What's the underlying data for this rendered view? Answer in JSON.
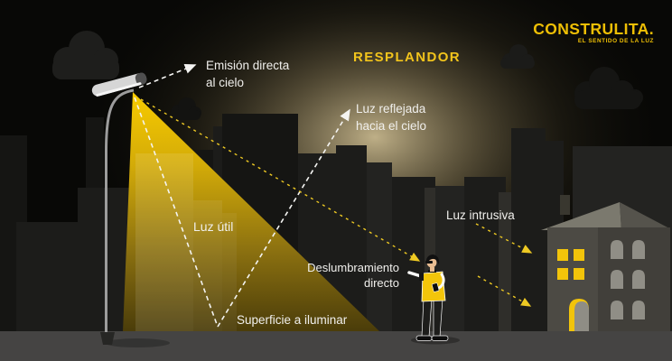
{
  "brand": {
    "name": "CONSTRULITA.",
    "tagline": "EL SENTIDO DE LA LUZ"
  },
  "title": "RESPLANDOR",
  "labels": {
    "direct_emission": {
      "line1": "Emisión directa",
      "line2": "al cielo"
    },
    "reflected": {
      "line1": "Luz reflejada",
      "line2": "hacia el cielo"
    },
    "useful": "Luz útil",
    "glare": {
      "line1": "Deslumbramiento",
      "line2": "directo"
    },
    "intrusive": "Luz intrusiva",
    "surface": "Superficie a iluminar"
  },
  "colors": {
    "background": "#080806",
    "sky_glow": "#c4b88a",
    "accent_yellow": "#f2c400",
    "beam_top": "#f7ca00",
    "beam_bottom": "#4a3c0a",
    "road_gray": "#454443",
    "building_dark": "#151513",
    "house_wall": "#4c4a44",
    "label_text": "#f0efec"
  }
}
